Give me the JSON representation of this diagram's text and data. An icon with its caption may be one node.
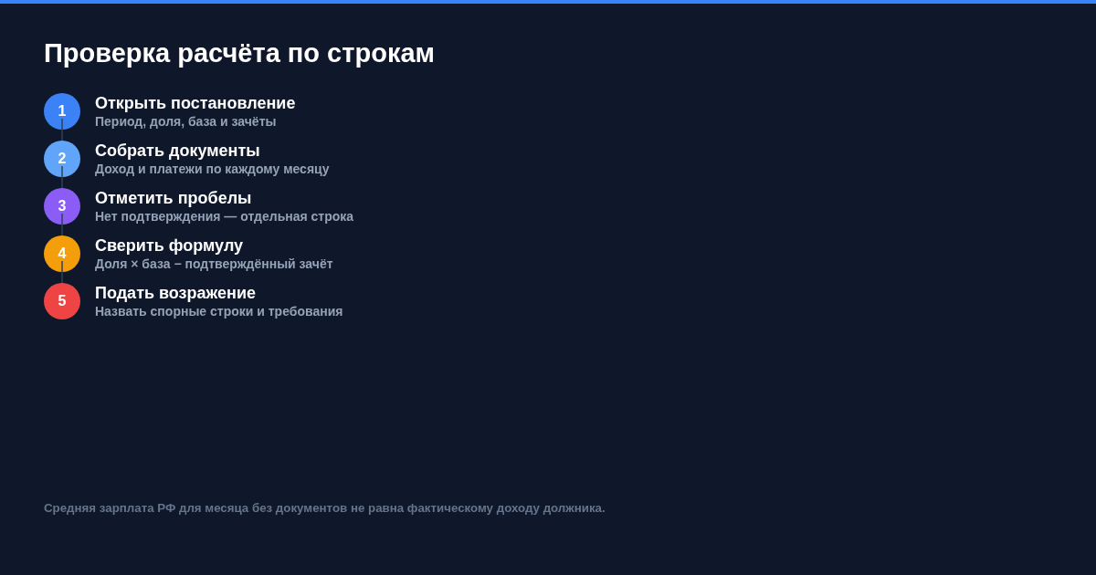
{
  "diagram": {
    "title": "Проверка расчёта по строкам",
    "nodes": [
      {
        "text": [
          "1"
        ],
        "beside": [
          "Открыть постановление",
          "Период, доля, база и зачёты"
        ]
      },
      {
        "text": [
          "2"
        ],
        "beside": [
          "Собрать документы",
          "Доход и платежи по каждому месяцу"
        ]
      },
      {
        "text": [
          "3"
        ],
        "beside": [
          "Отметить пробелы",
          "Нет подтверждения — отдельная строка"
        ]
      },
      {
        "text": [
          "4"
        ],
        "beside": [
          "Сверить формулу",
          "Доля × база − подтверждённый зачёт"
        ]
      },
      {
        "text": [
          "5"
        ],
        "beside": [
          "Подать возражение",
          "Назвать спорные строки и требования"
        ]
      }
    ],
    "edges": [
      {
        "from": 0,
        "to": 1,
        "arrow": "none"
      },
      {
        "from": 1,
        "to": 2,
        "arrow": "none"
      },
      {
        "from": 2,
        "to": 3,
        "arrow": "none"
      },
      {
        "from": 3,
        "to": 4,
        "arrow": "none"
      }
    ],
    "caption": "Средняя зарплата РФ для месяца без документов не равна фактическому доходу должника."
  }
}
